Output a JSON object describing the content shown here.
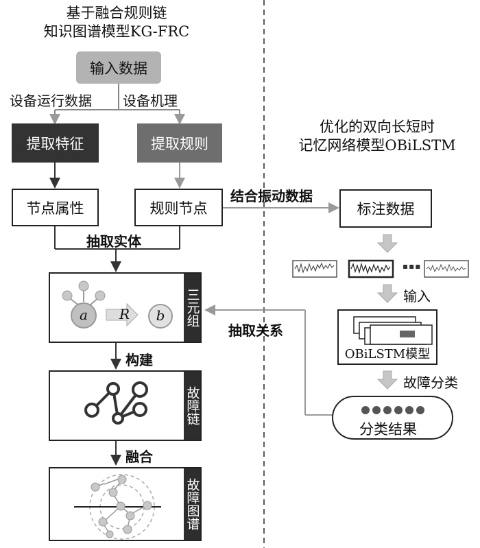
{
  "left_title": {
    "line1": "基于融合规则链",
    "line2": "知识图谱模型KG-FRC"
  },
  "right_title": {
    "line1": "优化的双向长短时",
    "line2": "记忆网络模型OBiLSTM"
  },
  "input_data": "输入数据",
  "label_running": "设备运行数据",
  "label_mechanism": "设备机理",
  "extract_features": "提取特征",
  "extract_rules": "提取规则",
  "node_attributes": "节点属性",
  "rule_nodes": "规则节点",
  "extract_entities": "抽取实体",
  "combine_vibration": "结合振动数据",
  "annotate_data": "标注数据",
  "ellipsis": "▪▪▪",
  "input_label": "输入",
  "model_label": "OBiLSTM模型",
  "fault_classification": "故障分类",
  "classification_result": "分类结果",
  "extract_relations": "抽取关系",
  "triple_tag": "三元组",
  "triple": {
    "a": "a",
    "r": "R",
    "b": "b"
  },
  "construct": "构建",
  "fault_chain_tag": "故障链",
  "fuse": "融合",
  "fault_graph_tag": "故障图谱",
  "colors": {
    "dark_box": "#333333",
    "mid_box": "#6e6e6e",
    "input_box": "#b3b3b3",
    "arrow_gray": "#999999",
    "node_fill": "#c8c8c8"
  }
}
